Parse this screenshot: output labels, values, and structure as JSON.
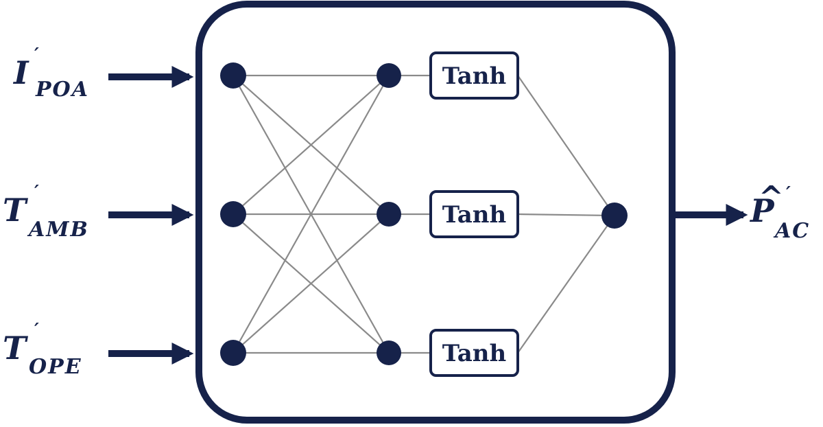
{
  "colors": {
    "navy": "#16224a",
    "connection_gray": "#8a8a8a",
    "background": "#ffffff"
  },
  "inputs": [
    {
      "symbol": "I",
      "prime": "′",
      "subscript": "POA"
    },
    {
      "symbol": "T",
      "prime": "′",
      "subscript": "AMB"
    },
    {
      "symbol": "T",
      "prime": "′",
      "subscript": "OPE"
    }
  ],
  "activation_label": "Tanh",
  "output": {
    "symbol": "P",
    "hat": "^",
    "prime": "′",
    "subscript": "AC"
  }
}
